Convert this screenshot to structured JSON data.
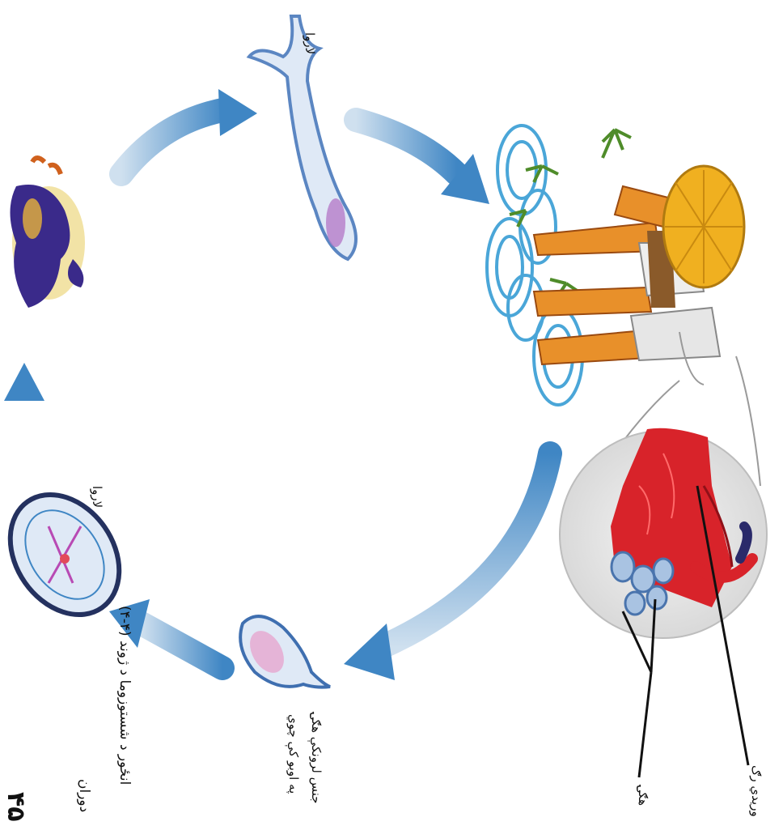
{
  "page_number": "۴۵",
  "figure": {
    "caption_line1": "(۴-۴) انځور د شستوزوما د ژوند",
    "caption_line2": "دوران"
  },
  "labels": {
    "larva_top": "لاروا",
    "larva_left": "لاروا",
    "eggs_line1": "جنس لرونکې هګۍ",
    "eggs_line2": "په اوبو کې چوي",
    "egg": "هګۍ",
    "vein": "وریدي رګ"
  },
  "colors": {
    "arrow": "#3f86c4",
    "blood_vessel": "#d8232a",
    "hat": "#f0b020",
    "legs": "#e8902a",
    "water": "#4aa6d8",
    "snail": "#3a2a8a"
  }
}
